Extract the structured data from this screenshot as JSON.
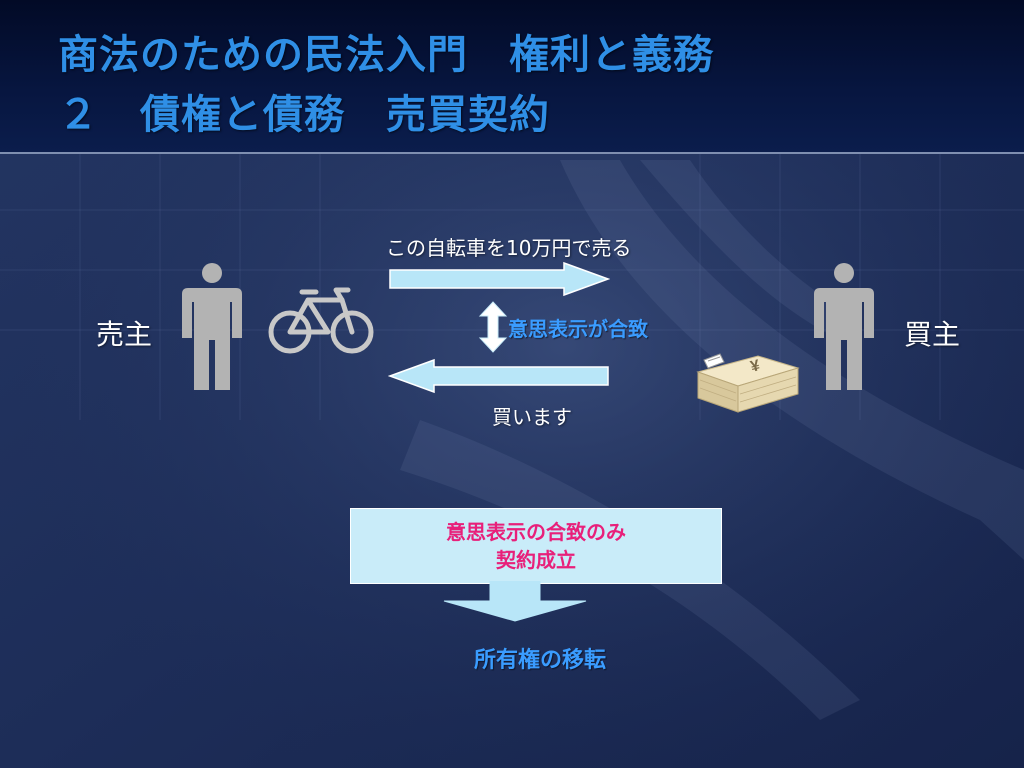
{
  "slide": {
    "title_line1": "商法のための民法入門　権利と義務",
    "title_line2": "２　債権と債務　売買契約"
  },
  "seller": {
    "label": "売主"
  },
  "buyer": {
    "label": "買主"
  },
  "offer": {
    "text": "この自転車を10万円で売る"
  },
  "agreement": {
    "text": "意思表示が合致"
  },
  "acceptance": {
    "text": "買います"
  },
  "result_box": {
    "line1": "意思表示の合致のみ",
    "line2": "契約成立"
  },
  "outcome": {
    "text": "所有権の移転"
  },
  "icons": {
    "person": "person-icon",
    "bicycle": "bicycle-icon",
    "money": "yen-money-stack-icon"
  },
  "colors": {
    "title": "#2f8fe6",
    "arrow_fill": "#b8e6f8",
    "accent_blue": "#3a9cff",
    "box_text": "#e8207a",
    "figure_gray": "#b3b3b3"
  }
}
